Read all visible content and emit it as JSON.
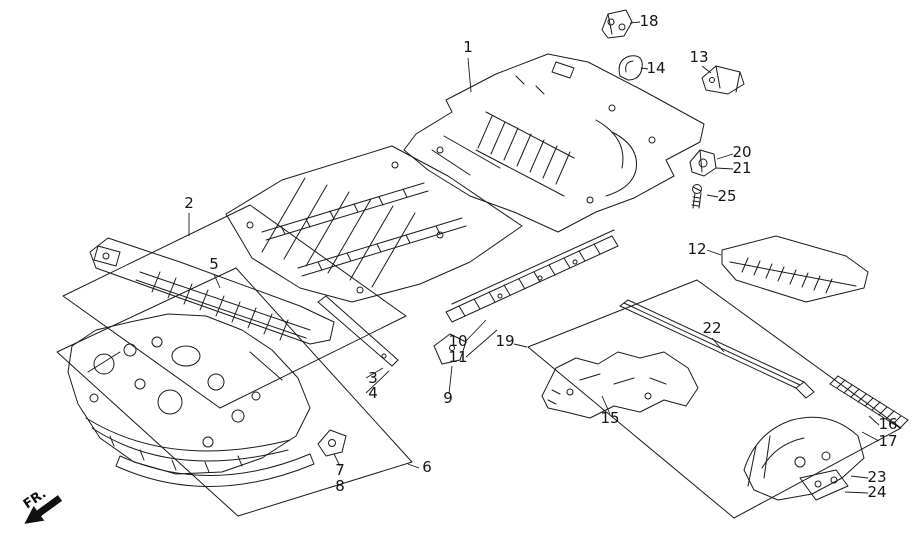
{
  "diagram": {
    "background_color": "#ffffff",
    "line_color": "#1a1a1a",
    "fr_indicator": "FR.",
    "icons": {
      "fr_arrow": "southwest-direction-arrow"
    },
    "part_labels": {
      "l1": "1",
      "l2": "2",
      "l3": "3",
      "l4": "4",
      "l5": "5",
      "l6": "6",
      "l7": "7",
      "l8": "8",
      "l9": "9",
      "l10": "10",
      "l11": "11",
      "l12": "12",
      "l13": "13",
      "l14": "14",
      "l15": "15",
      "l16": "16",
      "l17": "17",
      "l18": "18",
      "l19": "19",
      "l20": "20",
      "l21": "21",
      "l22": "22",
      "l23": "23",
      "l24": "24",
      "l25": "25"
    }
  }
}
